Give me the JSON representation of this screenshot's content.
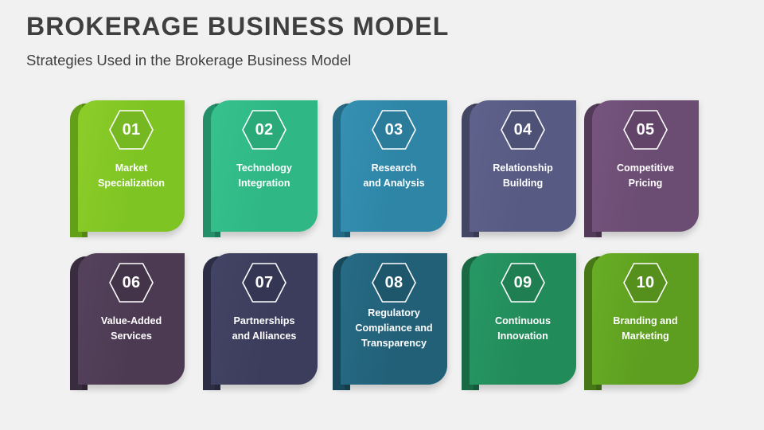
{
  "header": {
    "title": "BROKERAGE BUSINESS MODEL",
    "subtitle": "Strategies Used in the Brokerage Business Model"
  },
  "background_color": "#f1f1f1",
  "title_color": "#3f3f3f",
  "cards": [
    {
      "number": "01",
      "label": "Market\nSpecialization",
      "color": "#7ec423",
      "color_light": "#8dcd2a",
      "spine_color": "#63a018",
      "hex_color": "#76b821"
    },
    {
      "number": "02",
      "label": "Technology\nIntegration",
      "color": "#2fb885",
      "color_light": "#36c18d",
      "spine_color": "#23906a",
      "hex_color": "#2aa979"
    },
    {
      "number": "03",
      "label": "Research\nand Analysis",
      "color": "#2e85a6",
      "color_light": "#3590b2",
      "spine_color": "#246a85",
      "hex_color": "#2a7c9a"
    },
    {
      "number": "04",
      "label": "Relationship\nBuilding",
      "color": "#575a82",
      "color_light": "#5f628c",
      "spine_color": "#434662",
      "hex_color": "#4e5176"
    },
    {
      "number": "05",
      "label": "Competitive\nPricing",
      "color": "#6b4c72",
      "color_light": "#76547e",
      "spine_color": "#523a58",
      "hex_color": "#614468"
    },
    {
      "number": "06",
      "label": "Value-Added\nServices",
      "color": "#4c3a52",
      "color_light": "#55415c",
      "spine_color": "#3a2c3f",
      "hex_color": "#44344a"
    },
    {
      "number": "07",
      "label": "Partnerships\nand Alliances",
      "color": "#3c3d5c",
      "color_light": "#434465",
      "spine_color": "#2d2e46",
      "hex_color": "#353653"
    },
    {
      "number": "08",
      "label": "Regulatory\nCompliance and\nTransparency",
      "color": "#226078",
      "color_light": "#276b85",
      "spine_color": "#19485a",
      "hex_color": "#1e566c"
    },
    {
      "number": "09",
      "label": "Continuous\nInnovation",
      "color": "#228b5a",
      "color_light": "#279865",
      "spine_color": "#196a44",
      "hex_color": "#1f7f52"
    },
    {
      "number": "10",
      "label": "Branding and\nMarketing",
      "color": "#5d9d20",
      "color_light": "#68ae25",
      "spine_color": "#477818",
      "hex_color": "#55901d"
    }
  ]
}
